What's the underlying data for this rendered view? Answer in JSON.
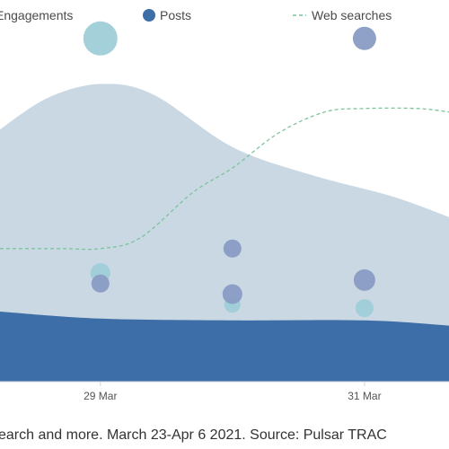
{
  "chart_data": {
    "type": "area",
    "legend": [
      {
        "label": "Engagements",
        "marker": "circle",
        "color": "#9fcdd8"
      },
      {
        "label": "Posts",
        "marker": "circle",
        "color": "#3e6ea7"
      },
      {
        "label": "Web searches",
        "marker": "dashed-line",
        "color": "#7cc49b"
      }
    ],
    "x_ticks": [
      {
        "label": "29 Mar",
        "value": 1
      },
      {
        "label": "31 Mar",
        "value": 3
      }
    ],
    "xlim": [
      0.24,
      3.64
    ],
    "ylim": [
      0,
      100
    ],
    "caption": "earch and more. March 23-Apr 6 2021. Source: Pulsar TRAC",
    "colors": {
      "engagements_area": "#c9d8e3",
      "posts_area": "#3e6ea7",
      "web_searches_line": "#7cc49b",
      "engagement_bubble": "#9fcdd8",
      "post_bubble": "#8a9cc4"
    },
    "series": [
      {
        "name": "Engagements",
        "style": "area",
        "x": [
          0.24,
          0.6,
          1,
          1.4,
          2,
          2.6,
          3.2,
          3.64
        ],
        "y": [
          72,
          81,
          85,
          82,
          67,
          59,
          53,
          47
        ]
      },
      {
        "name": "Posts",
        "style": "area",
        "x": [
          0.24,
          1,
          2,
          3,
          3.64
        ],
        "y": [
          20,
          18,
          17.5,
          17.5,
          16
        ]
      },
      {
        "name": "Web searches",
        "style": "dashed-line",
        "x": [
          0.24,
          0.7,
          1,
          1.3,
          1.7,
          2,
          2.35,
          2.7,
          3,
          3.4,
          3.64
        ],
        "y": [
          38,
          38,
          38,
          41,
          54,
          61,
          71,
          77,
          78,
          78,
          77
        ]
      }
    ],
    "bubbles": [
      {
        "series": "Engagements",
        "x": 1,
        "y": 98,
        "r": 19
      },
      {
        "series": "Engagements",
        "x": 1,
        "y": 31,
        "r": 11
      },
      {
        "series": "Engagements",
        "x": 2,
        "y": 22,
        "r": 9
      },
      {
        "series": "Engagements",
        "x": 3,
        "y": 21,
        "r": 10
      },
      {
        "series": "Posts",
        "x": 1,
        "y": 28,
        "r": 10
      },
      {
        "series": "Posts",
        "x": 2,
        "y": 38,
        "r": 10
      },
      {
        "series": "Posts",
        "x": 2,
        "y": 25,
        "r": 11
      },
      {
        "series": "Posts",
        "x": 3,
        "y": 98,
        "r": 13
      },
      {
        "series": "Posts",
        "x": 3,
        "y": 29,
        "r": 12
      }
    ]
  }
}
